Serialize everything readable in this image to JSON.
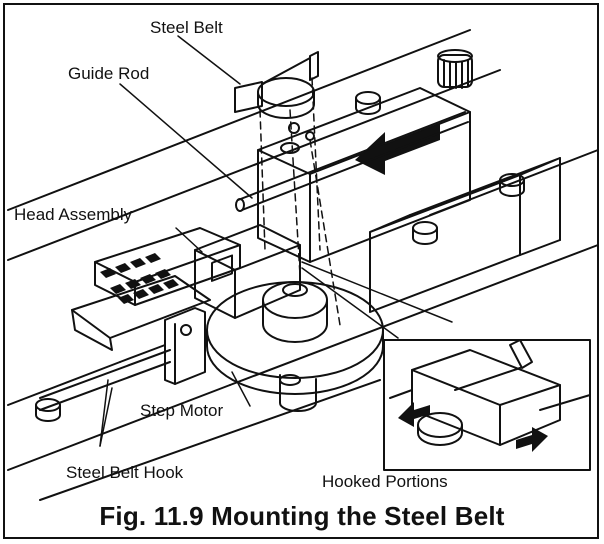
{
  "labels": {
    "steel_belt": "Steel Belt",
    "guide_rod": "Guide Rod",
    "head_assembly": "Head Assembly",
    "step_motor": "Step Motor",
    "steel_belt_hook": "Steel Belt Hook",
    "hooked_portions": "Hooked Portions"
  },
  "caption": "Fig. 11.9  Mounting the Steel Belt"
}
